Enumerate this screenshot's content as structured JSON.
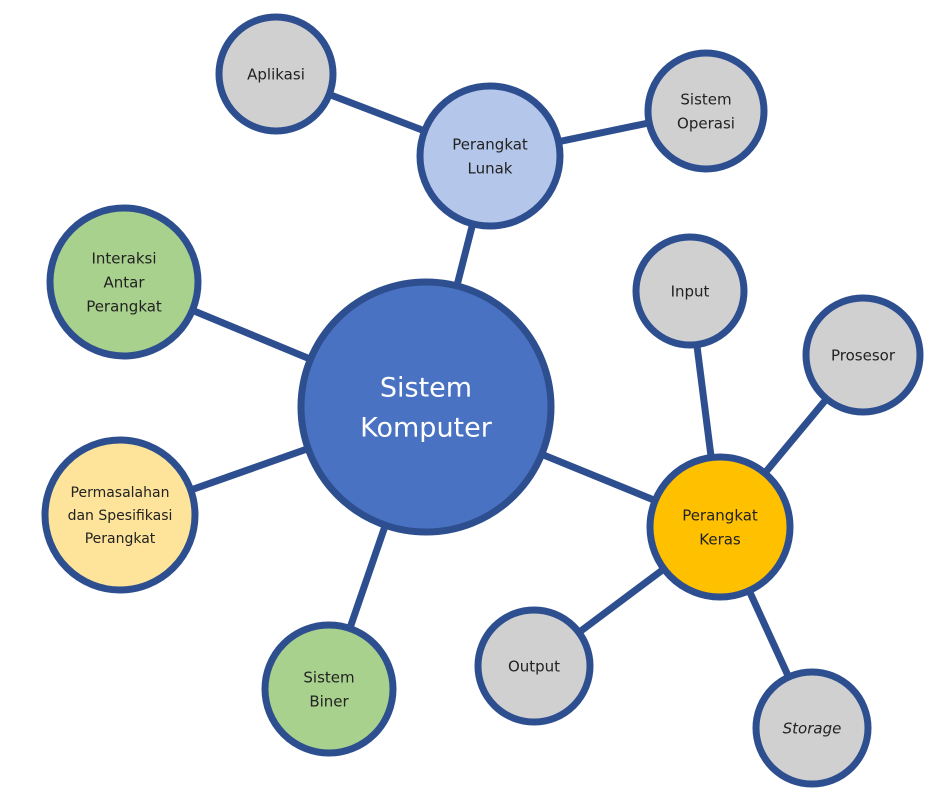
{
  "diagram": {
    "center": {
      "id": "sistem-komputer",
      "lines": [
        "Sistem",
        "Komputer"
      ],
      "fill": "#4a72c2"
    },
    "nodes": [
      {
        "id": "perangkat-lunak",
        "lines": [
          "Perangkat",
          "Lunak"
        ],
        "fill": "#b4c6ea"
      },
      {
        "id": "aplikasi",
        "lines": [
          "Aplikasi"
        ],
        "fill": "#d0d0d0"
      },
      {
        "id": "sistem-operasi",
        "lines": [
          "Sistem",
          "Operasi"
        ],
        "fill": "#d0d0d0"
      },
      {
        "id": "interaksi-antar-perangkat",
        "lines": [
          "Interaksi",
          "Antar",
          "Perangkat"
        ],
        "fill": "#a9d18e"
      },
      {
        "id": "permasalahan-dan-spesifikasi-perangkat",
        "lines": [
          "Permasalahan",
          "dan Spesifikasi",
          "Perangkat"
        ],
        "fill": "#fde49a"
      },
      {
        "id": "sistem-biner",
        "lines": [
          "Sistem",
          "Biner"
        ],
        "fill": "#a9d18e"
      },
      {
        "id": "perangkat-keras",
        "lines": [
          "Perangkat",
          "Keras"
        ],
        "fill": "#ffc000"
      },
      {
        "id": "input",
        "lines": [
          "Input"
        ],
        "fill": "#d0d0d0"
      },
      {
        "id": "prosesor",
        "lines": [
          "Prosesor"
        ],
        "fill": "#d0d0d0"
      },
      {
        "id": "output",
        "lines": [
          "Output"
        ],
        "fill": "#d0d0d0"
      },
      {
        "id": "storage",
        "lines": [
          "Storage"
        ],
        "fill": "#d0d0d0",
        "italic": true
      }
    ],
    "edges": [
      [
        "sistem-komputer",
        "perangkat-lunak"
      ],
      [
        "perangkat-lunak",
        "aplikasi"
      ],
      [
        "perangkat-lunak",
        "sistem-operasi"
      ],
      [
        "sistem-komputer",
        "interaksi-antar-perangkat"
      ],
      [
        "sistem-komputer",
        "permasalahan-dan-spesifikasi-perangkat"
      ],
      [
        "sistem-komputer",
        "sistem-biner"
      ],
      [
        "sistem-komputer",
        "perangkat-keras"
      ],
      [
        "perangkat-keras",
        "input"
      ],
      [
        "perangkat-keras",
        "prosesor"
      ],
      [
        "perangkat-keras",
        "output"
      ],
      [
        "perangkat-keras",
        "storage"
      ]
    ],
    "border_color": "#2e4f8f",
    "edge_color": "#2e4f8f"
  }
}
